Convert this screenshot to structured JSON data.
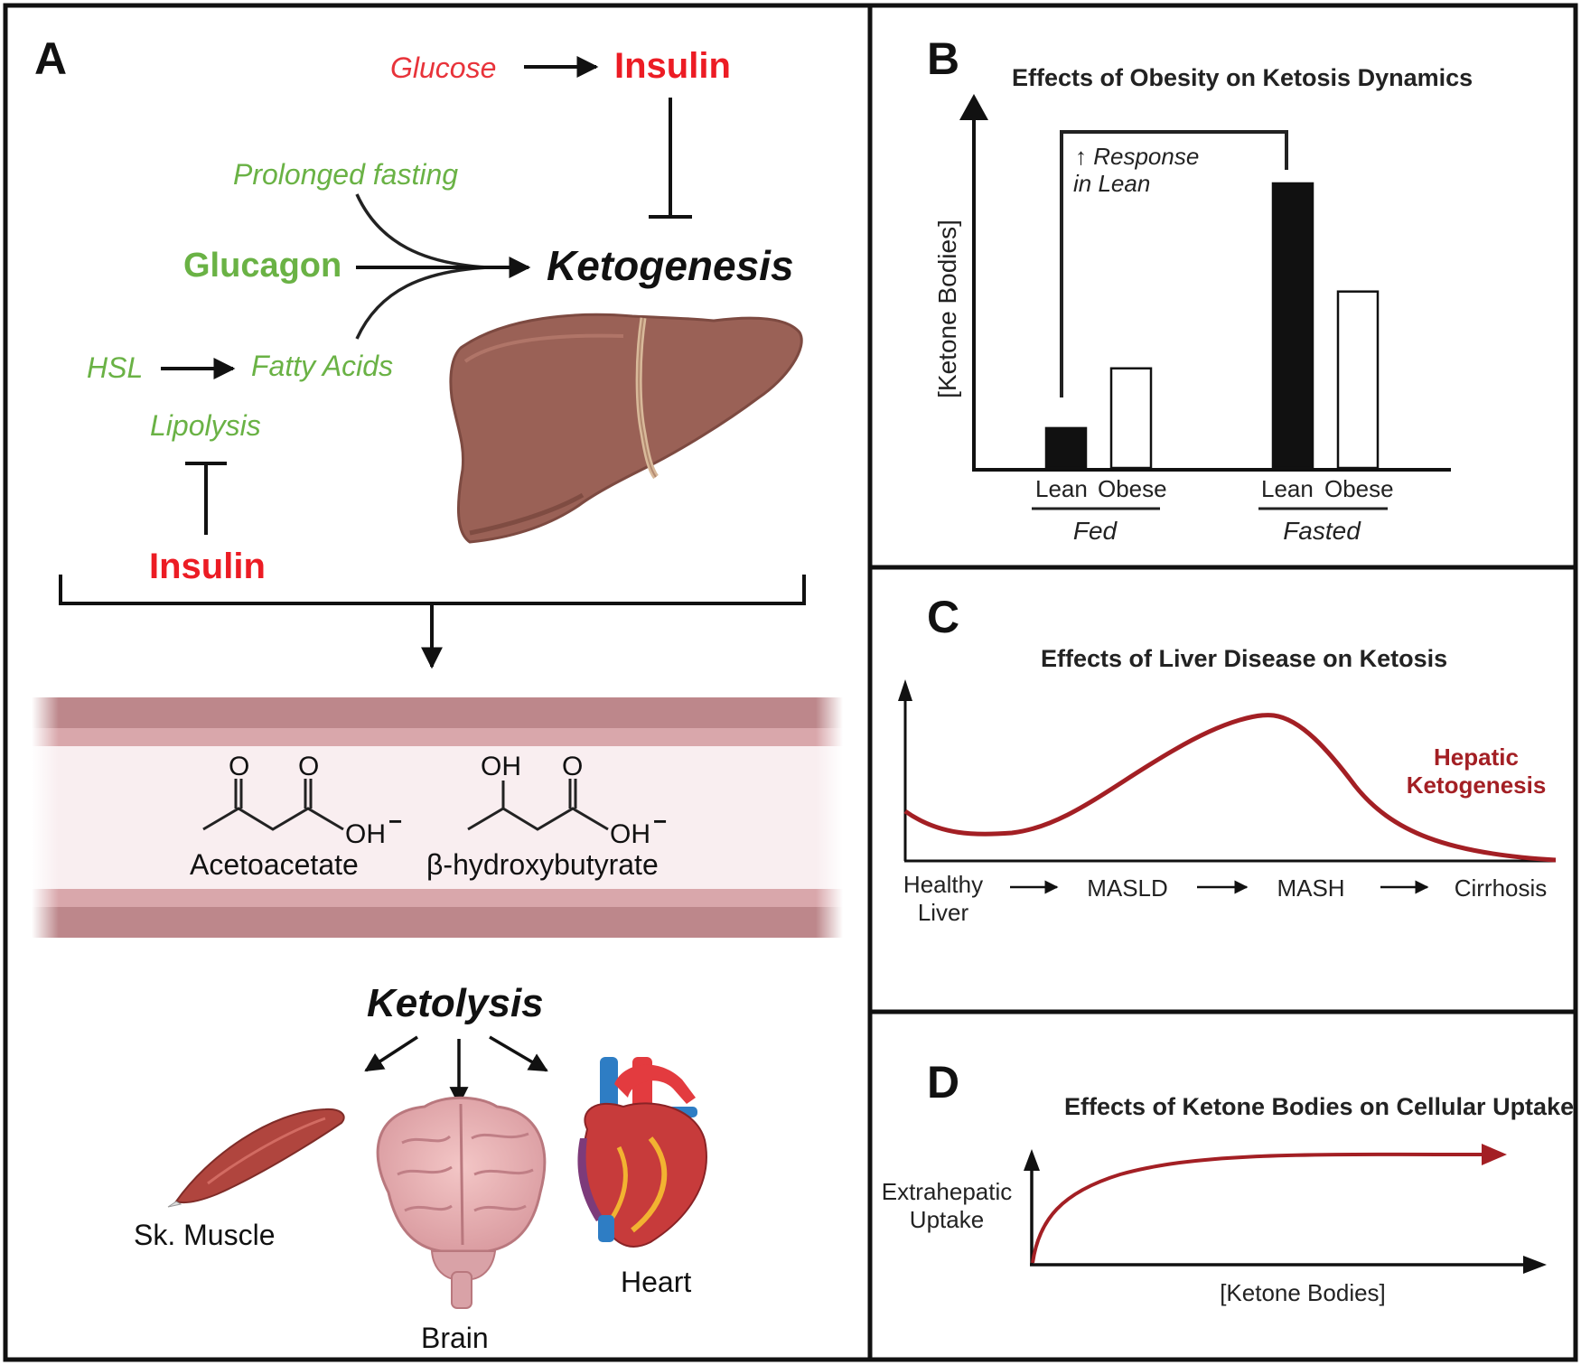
{
  "colors": {
    "insulin_red": "#ec1c24",
    "glucose_red": "#e8333a",
    "green": "#6ab245",
    "dark_red_curve": "#a31f24",
    "liver": "#9a6156",
    "vessel_wall": "#bd878b",
    "vessel_light": "#f7e8ea"
  },
  "panel_a": {
    "letter": "A",
    "glucose": "Glucose",
    "insulin_top": "Insulin",
    "prolonged_fasting": "Prolonged fasting",
    "glucagon": "Glucagon",
    "ketogenesis": "Ketogenesis",
    "hsl": "HSL",
    "fatty_acids": "Fatty Acids",
    "lipolysis": "Lipolysis",
    "insulin_bottom": "Insulin",
    "acetoacetate": {
      "o1": "O",
      "o2": "O",
      "oh": "OH",
      "charge": "−",
      "name": "Acetoacetate"
    },
    "bhb": {
      "oh_top": "OH",
      "o_top": "O",
      "oh": "OH",
      "charge": "−",
      "name": "β-hydroxybutyrate"
    },
    "ketolysis": "Ketolysis",
    "muscle": "Sk. Muscle",
    "brain": "Brain",
    "heart": "Heart"
  },
  "panel_b": {
    "letter": "B",
    "title": "Effects of Obesity on Ketosis Dynamics",
    "ylabel": "[Ketone Bodies]",
    "annotation_line1": "↑ Response",
    "annotation_line2": "in Lean",
    "chart_data": {
      "type": "bar",
      "title": "Effects of Obesity on Ketosis Dynamics",
      "ylabel": "[Ketone Bodies]",
      "groups": [
        "Fed",
        "Fasted"
      ],
      "categories": [
        "Lean",
        "Obese"
      ],
      "series": [
        {
          "name": "Lean",
          "fill": "#111111",
          "values": [
            0.14,
            1.0
          ]
        },
        {
          "name": "Obese",
          "fill": "#ffffff",
          "values": [
            0.35,
            0.62
          ]
        }
      ],
      "ylim": [
        0,
        1.25
      ]
    },
    "group_labels": [
      "Fed",
      "Fasted"
    ],
    "bar_labels": [
      "Lean",
      "Obese",
      "Lean",
      "Obese"
    ]
  },
  "panel_c": {
    "letter": "C",
    "title": "Effects of Liver Disease on Ketosis",
    "series_label_line1": "Hepatic",
    "series_label_line2": "Ketogenesis",
    "stages": [
      "Healthy",
      "Liver",
      "MASLD",
      "MASH",
      "Cirrhosis"
    ],
    "chart_data": {
      "type": "line",
      "title": "Effects of Liver Disease on Ketosis",
      "x": [
        "Healthy Liver",
        "MASLD",
        "MASH",
        "Cirrhosis"
      ],
      "series": [
        {
          "name": "Hepatic Ketogenesis",
          "color": "#a31f24"
        }
      ]
    }
  },
  "panel_d": {
    "letter": "D",
    "title": "Effects of Ketone Bodies on Cellular Uptake",
    "ylabel_line1": "Extrahepatic",
    "ylabel_line2": "Uptake",
    "xlabel": "[Ketone Bodies]",
    "chart_data": {
      "type": "line",
      "title": "Effects of Ketone Bodies on Cellular Uptake",
      "xlabel": "[Ketone Bodies]",
      "ylabel": "Extrahepatic Uptake",
      "series": [
        {
          "color": "#a31f24"
        }
      ]
    }
  }
}
